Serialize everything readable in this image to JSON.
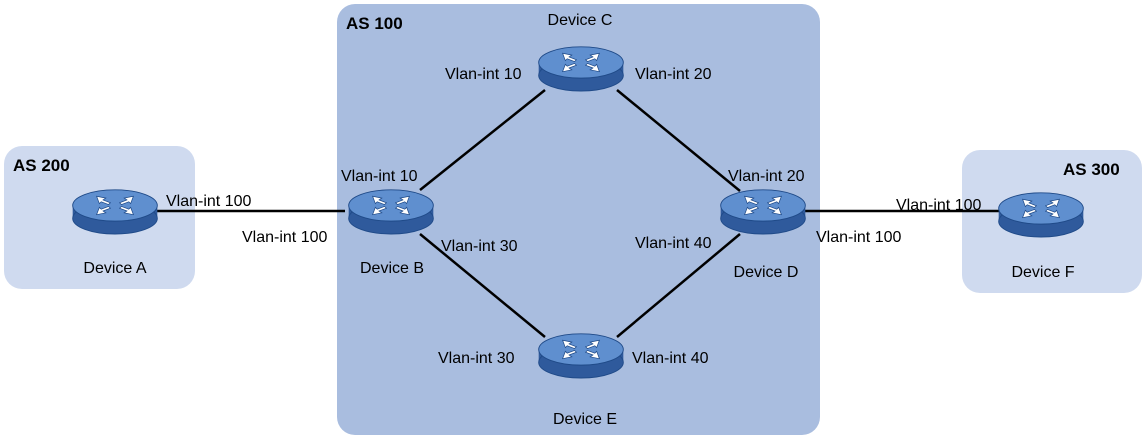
{
  "colors": {
    "as_large": "#a9bddf",
    "as_small": "#cfdaef",
    "link": "#000000",
    "router_top": "#5f8fcf",
    "router_side": "#2f5a9c",
    "router_edge": "#1f4a88"
  },
  "areas": {
    "as200": "AS 200",
    "as100": "AS 100",
    "as300": "AS 300"
  },
  "devices": {
    "a": {
      "name": "Device A",
      "icon": "router-icon"
    },
    "b": {
      "name": "Device B",
      "icon": "router-icon"
    },
    "c": {
      "name": "Device C",
      "icon": "router-icon"
    },
    "d": {
      "name": "Device D",
      "icon": "router-icon"
    },
    "e": {
      "name": "Device E",
      "icon": "router-icon"
    },
    "f": {
      "name": "Device F",
      "icon": "router-icon"
    }
  },
  "interfaces": {
    "a_to_b": "Vlan-int 100",
    "b_to_a": "Vlan-int 100",
    "b_to_c": "Vlan-int 10",
    "c_to_b": "Vlan-int 10",
    "c_to_d": "Vlan-int 20",
    "d_to_c": "Vlan-int 20",
    "b_to_e": "Vlan-int 30",
    "e_to_b": "Vlan-int 30",
    "e_to_d": "Vlan-int 40",
    "d_to_e": "Vlan-int 40",
    "d_to_f": "Vlan-int 100",
    "f_to_d": "Vlan-int 100"
  }
}
